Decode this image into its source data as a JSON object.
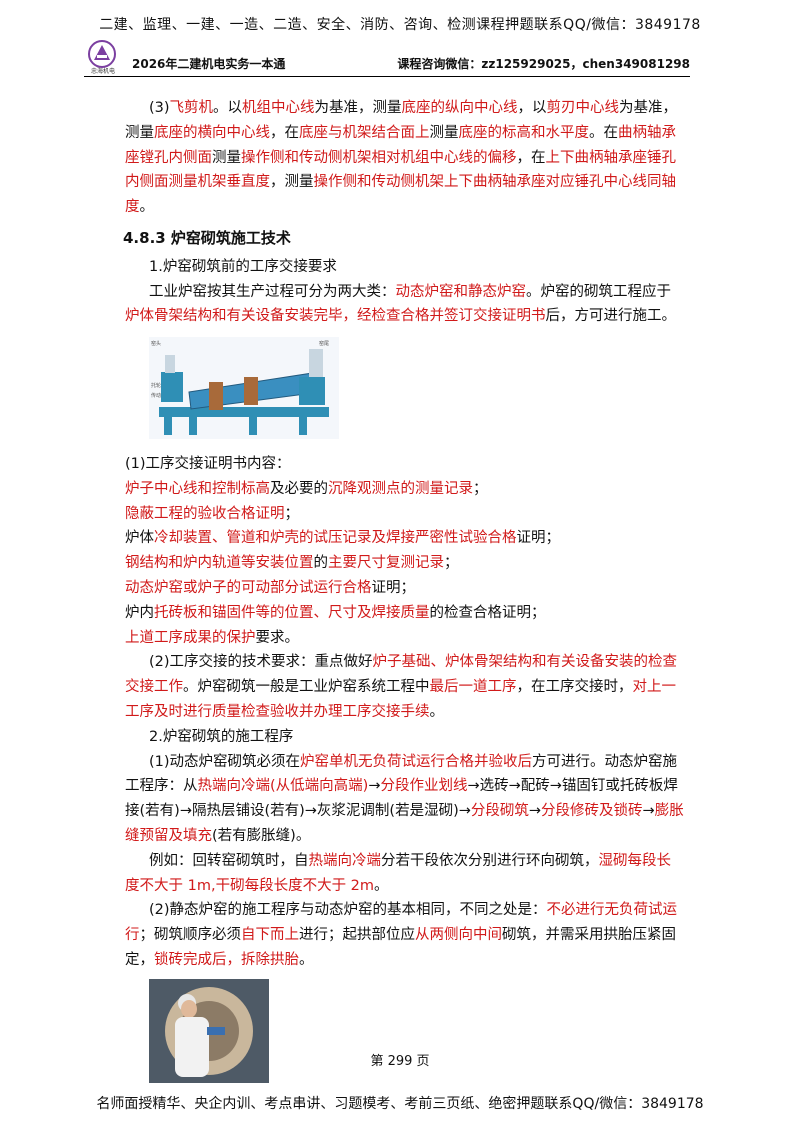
{
  "banner_top": "二建、监理、一建、一造、二造、安全、消防、咨询、检测课程押题联系QQ/微信：3849178",
  "header": {
    "logo_text": "忠海机电",
    "book_title": "2026年二建机电实务一本通",
    "contact": "课程咨询微信：zz125929025，chen349081298"
  },
  "para1": {
    "segs": [
      {
        "t": "(3)",
        "r": false
      },
      {
        "t": "飞剪机",
        "r": true
      },
      {
        "t": "。以",
        "r": false
      },
      {
        "t": "机组中心线",
        "r": true
      },
      {
        "t": "为基准，测量",
        "r": false
      },
      {
        "t": "底座的纵向中心线",
        "r": true
      },
      {
        "t": "，以",
        "r": false
      },
      {
        "t": "剪刃中心线",
        "r": true
      },
      {
        "t": "为基准，测量",
        "r": false
      },
      {
        "t": "底座的横向中心线",
        "r": true
      },
      {
        "t": "，在",
        "r": false
      },
      {
        "t": "底座与机架结合面上",
        "r": true
      },
      {
        "t": "测量",
        "r": false
      },
      {
        "t": "底座的标高和水平度",
        "r": true
      },
      {
        "t": "。在",
        "r": false
      },
      {
        "t": "曲柄轴承座镗孔内侧面",
        "r": true
      },
      {
        "t": "测量",
        "r": false
      },
      {
        "t": "操作侧和传动侧机架相对机组中心线的偏移",
        "r": true
      },
      {
        "t": "，在",
        "r": false
      },
      {
        "t": "上下曲柄轴承座锤孔内侧面测量机架垂直度",
        "r": true
      },
      {
        "t": "，测量",
        "r": false
      },
      {
        "t": "操作侧和传动侧机架上下曲柄轴承座对应锤孔中心线同轴度",
        "r": true
      },
      {
        "t": "。",
        "r": false
      }
    ]
  },
  "section_heading": "4.8.3 炉窑砌筑施工技术",
  "sub1": "1.炉窑砌筑前的工序交接要求",
  "para2": {
    "segs": [
      {
        "t": "工业炉窑按其生产过程可分为两大类：",
        "r": false
      },
      {
        "t": "动态炉窑和静态炉窑",
        "r": true
      },
      {
        "t": "。炉窑的砌筑工程应于",
        "r": false
      },
      {
        "t": "炉体骨架结构和有关设备安装完毕，经检查合格并签订交接证明书",
        "r": true
      },
      {
        "t": "后，方可进行施工。",
        "r": false
      }
    ]
  },
  "figure1_labels": [
    "窑头",
    "窑尾",
    "托轮",
    "传动"
  ],
  "item_intro": "(1)工序交接证明书内容：",
  "items": [
    {
      "segs": [
        {
          "t": "炉子中心线和控制标高",
          "r": true
        },
        {
          "t": "及必要的",
          "r": false
        },
        {
          "t": "沉降观测点的测量记录",
          "r": true
        },
        {
          "t": "；",
          "r": false
        }
      ]
    },
    {
      "segs": [
        {
          "t": "隐蔽工程的验收合格证明",
          "r": true
        },
        {
          "t": "；",
          "r": false
        }
      ]
    },
    {
      "segs": [
        {
          "t": "炉体",
          "r": false
        },
        {
          "t": "冷却装置、管道和炉壳的试压记录及焊接严密性试验合格",
          "r": true
        },
        {
          "t": "证明；",
          "r": false
        }
      ]
    },
    {
      "segs": [
        {
          "t": "钢结构和炉内轨道等安装位置",
          "r": true
        },
        {
          "t": "的",
          "r": false
        },
        {
          "t": "主要尺寸复测记录",
          "r": true
        },
        {
          "t": "；",
          "r": false
        }
      ]
    },
    {
      "segs": [
        {
          "t": "动态炉窑或炉子的可动部分试运行合格",
          "r": true
        },
        {
          "t": "证明；",
          "r": false
        }
      ]
    },
    {
      "segs": [
        {
          "t": "炉内",
          "r": false
        },
        {
          "t": "托砖板和锚固件等的位置、尺寸及焊接质量",
          "r": true
        },
        {
          "t": "的检查合格证明；",
          "r": false
        }
      ]
    },
    {
      "segs": [
        {
          "t": "上道工序成果的保护",
          "r": true
        },
        {
          "t": "要求。",
          "r": false
        }
      ]
    }
  ],
  "para3": {
    "segs": [
      {
        "t": "(2)工序交接的技术要求：重点做好",
        "r": false
      },
      {
        "t": "炉子基础、炉体骨架结构和有关设备安装的检查交接工作",
        "r": true
      },
      {
        "t": "。炉窑砌筑一般是工业炉窑系统工程中",
        "r": false
      },
      {
        "t": "最后一道工序",
        "r": true
      },
      {
        "t": "，在工序交接时，",
        "r": false
      },
      {
        "t": "对上一工序及时进行质量检查验收并办理工序交接手续",
        "r": true
      },
      {
        "t": "。",
        "r": false
      }
    ]
  },
  "sub2": "2.炉窑砌筑的施工程序",
  "para4": {
    "segs": [
      {
        "t": "(1)动态炉窑砌筑必须在",
        "r": false
      },
      {
        "t": "炉窑单机无负荷试运行合格并验收后",
        "r": true
      },
      {
        "t": "方可进行。动态炉窑施工程序：从",
        "r": false
      },
      {
        "t": "热端向冷端(从低端向高端)",
        "r": true
      },
      {
        "t": "→",
        "r": false
      },
      {
        "t": "分段作业划线",
        "r": true
      },
      {
        "t": "→选砖→配砖→锚固钉或托砖板焊接(若有)→隔热层铺设(若有)→灰浆泥调制(若是湿砌)→",
        "r": false
      },
      {
        "t": "分段砌筑",
        "r": true
      },
      {
        "t": "→",
        "r": false
      },
      {
        "t": "分段修砖及锁砖",
        "r": true
      },
      {
        "t": "→",
        "r": false
      },
      {
        "t": "膨胀缝预留及填充",
        "r": true
      },
      {
        "t": "(若有膨胀缝)。",
        "r": false
      }
    ]
  },
  "para5": {
    "segs": [
      {
        "t": "例如：回转窑砌筑时，自",
        "r": false
      },
      {
        "t": "热端向冷端",
        "r": true
      },
      {
        "t": "分若干段依次分别进行环向砌筑，",
        "r": false
      },
      {
        "t": "湿砌每段长度不大于 1m,干砌每段长度不大于 2m",
        "r": true
      },
      {
        "t": "。",
        "r": false
      }
    ]
  },
  "para6": {
    "segs": [
      {
        "t": "(2)静态炉窑的施工程序与动态炉窑的基本相同，不同之处是：",
        "r": false
      },
      {
        "t": "不必进行无负荷试运行",
        "r": true
      },
      {
        "t": "；砌筑顺序必须",
        "r": false
      },
      {
        "t": "自下而上",
        "r": true
      },
      {
        "t": "进行；起拱部位应",
        "r": false
      },
      {
        "t": "从两侧向中间",
        "r": true
      },
      {
        "t": "砌筑，并需采用拱胎压紧固定，",
        "r": false
      },
      {
        "t": "锁砖完成后，拆除拱胎",
        "r": true
      },
      {
        "t": "。",
        "r": false
      }
    ]
  },
  "page_number": "第 299 页",
  "banner_bottom": "名师面授精华、央企内训、考点串讲、习题模考、考前三页纸、绝密押题联系QQ/微信：3849178",
  "colors": {
    "highlight": "#d11a1a",
    "text": "#111111"
  }
}
